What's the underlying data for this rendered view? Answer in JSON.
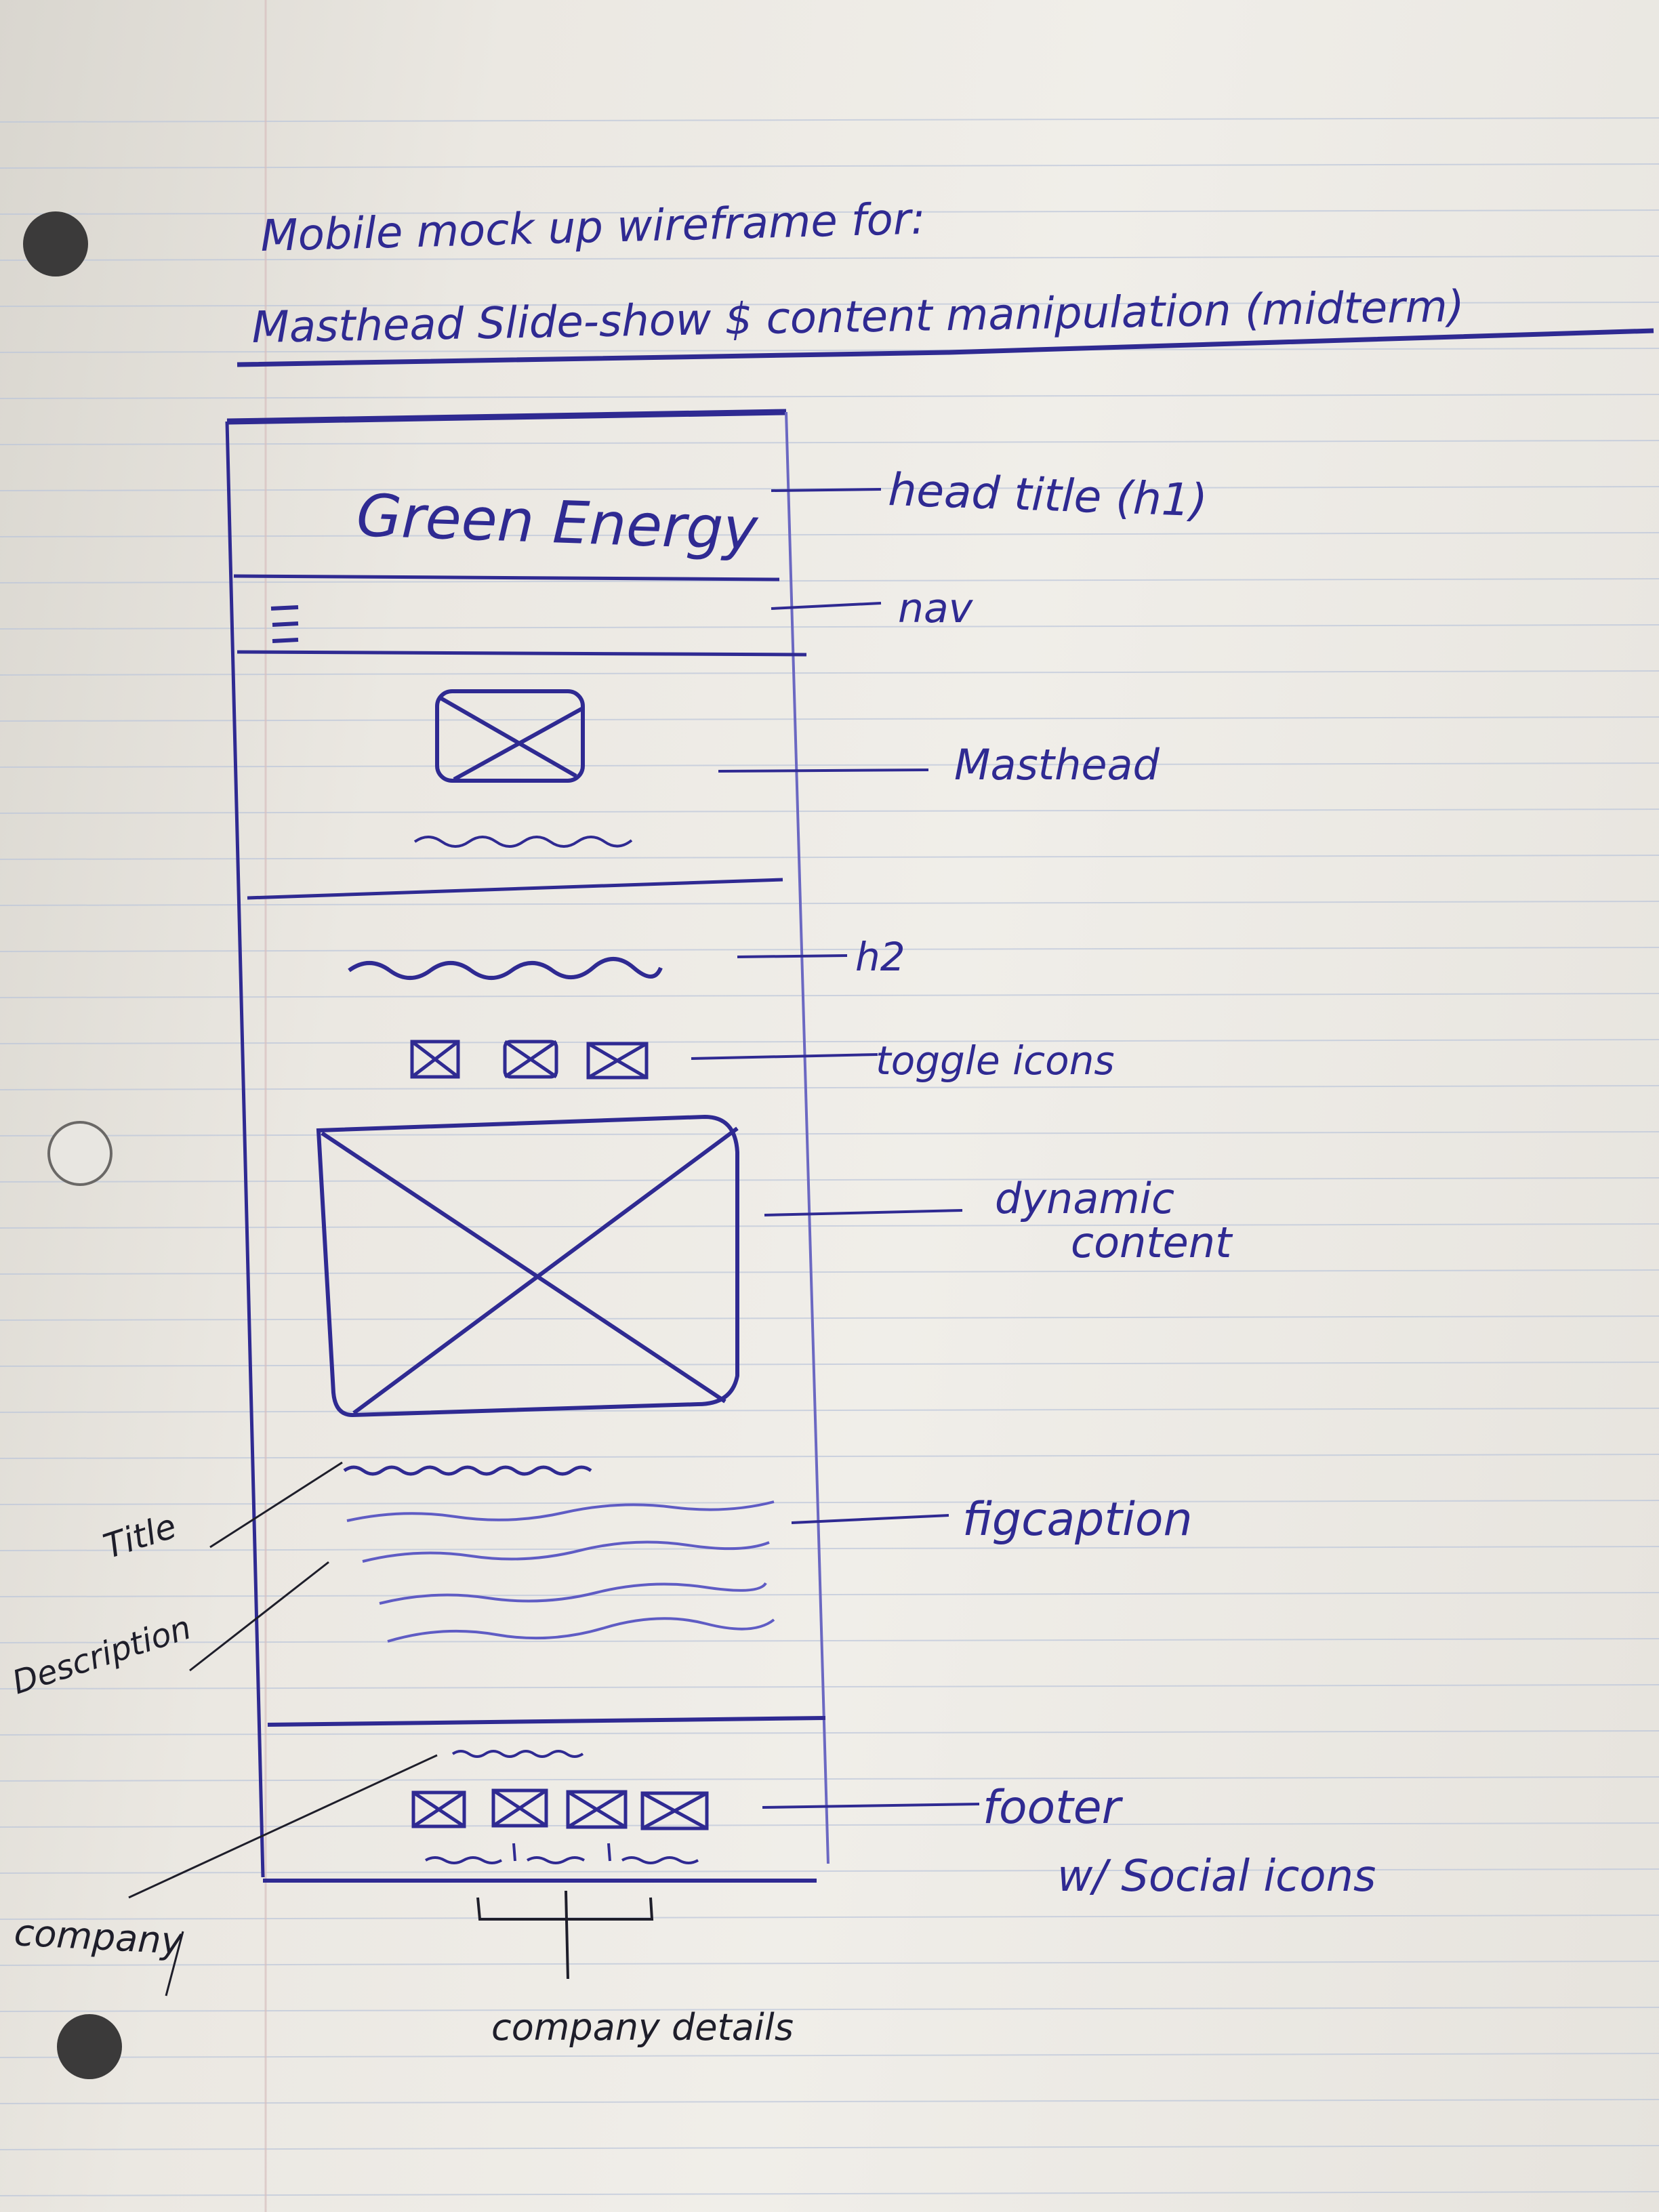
{
  "page": {
    "heading_line1": "Mobile mock up wireframe for:",
    "heading_line2": "Masthead Slide-show $ content manipulation (midterm)"
  },
  "wireframe": {
    "logo_text": "Green Energy",
    "nav_icon": "hamburger-menu-icon"
  },
  "annotations": {
    "head_title": "head title (h1)",
    "nav": "nav",
    "masthead": "Masthead",
    "h2": "h2",
    "toggle_icons": "toggle icons",
    "dynamic_content_line1": "dynamic",
    "dynamic_content_line2": "content",
    "figcaption": "figcaption",
    "footer_line1": "footer",
    "footer_line2": "w/ Social icons",
    "title": "Title",
    "description": "Description",
    "company": "company",
    "company_details": "company details"
  },
  "colors": {
    "ink_blue": "#2f2a92",
    "ink_black": "#1e1e2a",
    "rule_line": "#b9c3d9",
    "margin_line": "#d8b9b9"
  }
}
